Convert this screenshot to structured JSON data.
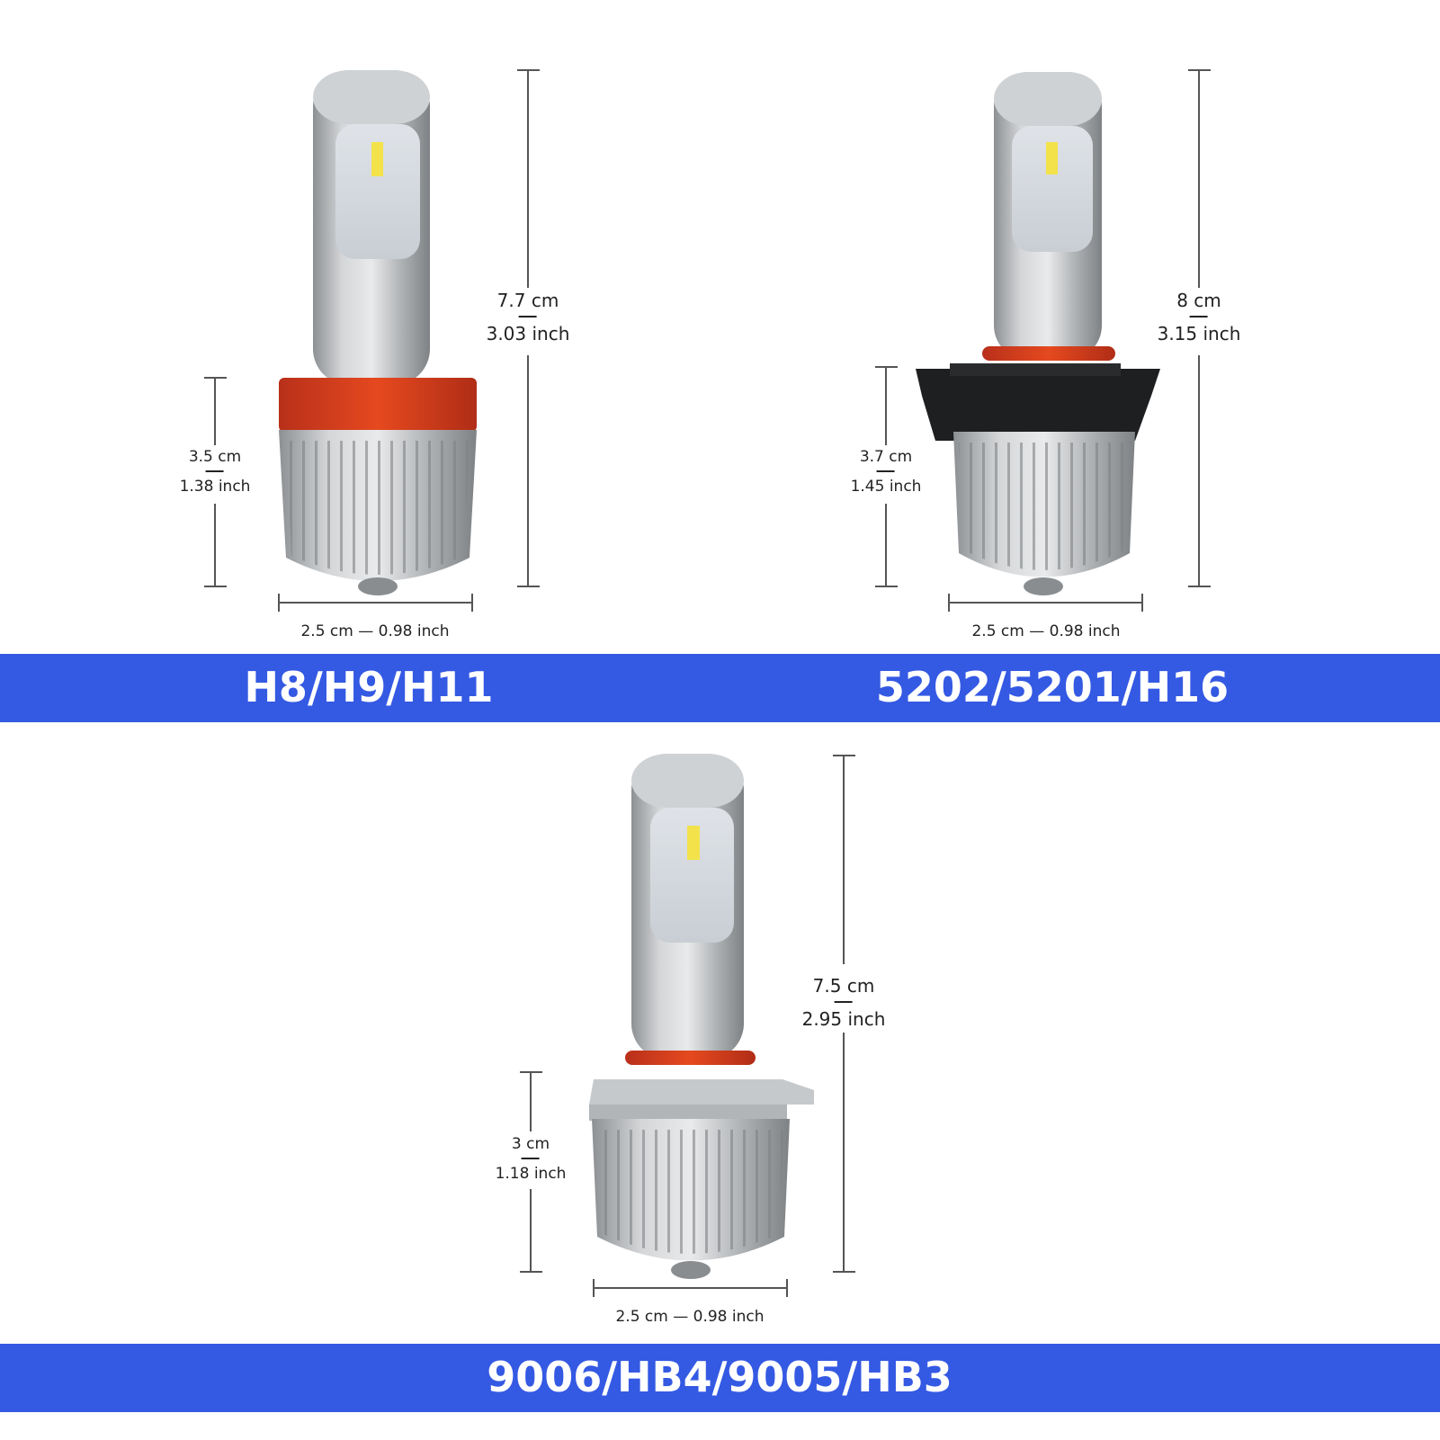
{
  "colors": {
    "band": "#3459e3",
    "band_text": "#ffffff",
    "ring_orange": "#d9401c",
    "aluminum": "#b9bcbf",
    "socket_black": "#1e1f21"
  },
  "products": [
    {
      "title": "H8/H9/H11",
      "height_cm": "7.7 cm",
      "height_in": "3.03 inch",
      "base_cm": "3.5 cm",
      "base_in": "1.38 inch",
      "width": "2.5 cm — 0.98 inch"
    },
    {
      "title": "5202/5201/H16",
      "height_cm": "8 cm",
      "height_in": "3.15 inch",
      "base_cm": "3.7 cm",
      "base_in": "1.45 inch",
      "width": "2.5 cm — 0.98 inch"
    },
    {
      "title": "9006/HB4/9005/HB3",
      "height_cm": "7.5 cm",
      "height_in": "2.95 inch",
      "base_cm": "3 cm",
      "base_in": "1.18 inch",
      "width": "2.5 cm — 0.98 inch"
    }
  ]
}
